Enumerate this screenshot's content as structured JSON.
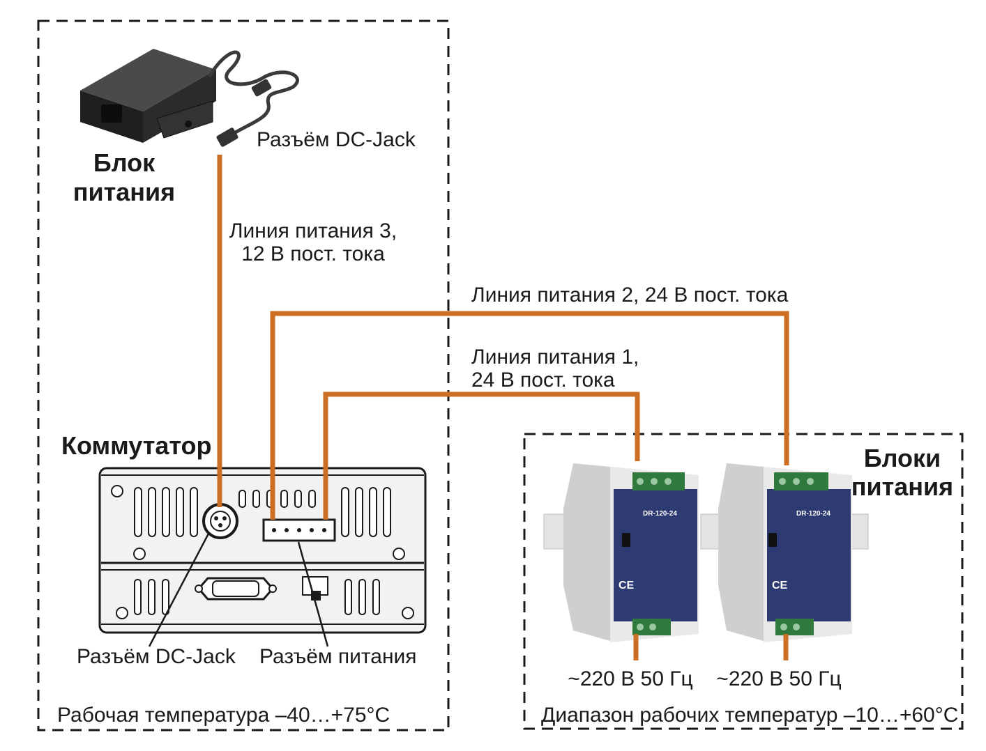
{
  "labels": {
    "ps_top_title_1": "Блок",
    "ps_top_title_2": "питания",
    "dc_jack_top": "Разъём DC-Jack",
    "line3_a": "Линия питания 3,",
    "line3_b": "12 В пост. тока",
    "line2": "Линия питания 2, 24 В пост. тока",
    "line1_a": "Линия питания 1,",
    "line1_b": "24 В пост. тока",
    "switch_title": "Коммутатор",
    "ps_right_title_1": "Блоки",
    "ps_right_title_2": "питания",
    "dc_jack_bottom": "Разъём DC-Jack",
    "power_connector": "Разъём питания",
    "ac_left": "~220 В 50 Гц",
    "ac_right": "~220 В 50 Гц",
    "temp_left": "Рабочая температура –40…+75°С",
    "temp_right": "Диапазон рабочих температур –10…+60°С",
    "psu_model_1": "DR-120-24",
    "psu_model_2": "DR-120-24"
  },
  "colors": {
    "wire": "#cc6e23",
    "psu_label": "#2e3a72",
    "terminal": "#2f7a3c",
    "switch_body": "#f2f2f2",
    "adapter": "#2b2b2b"
  }
}
